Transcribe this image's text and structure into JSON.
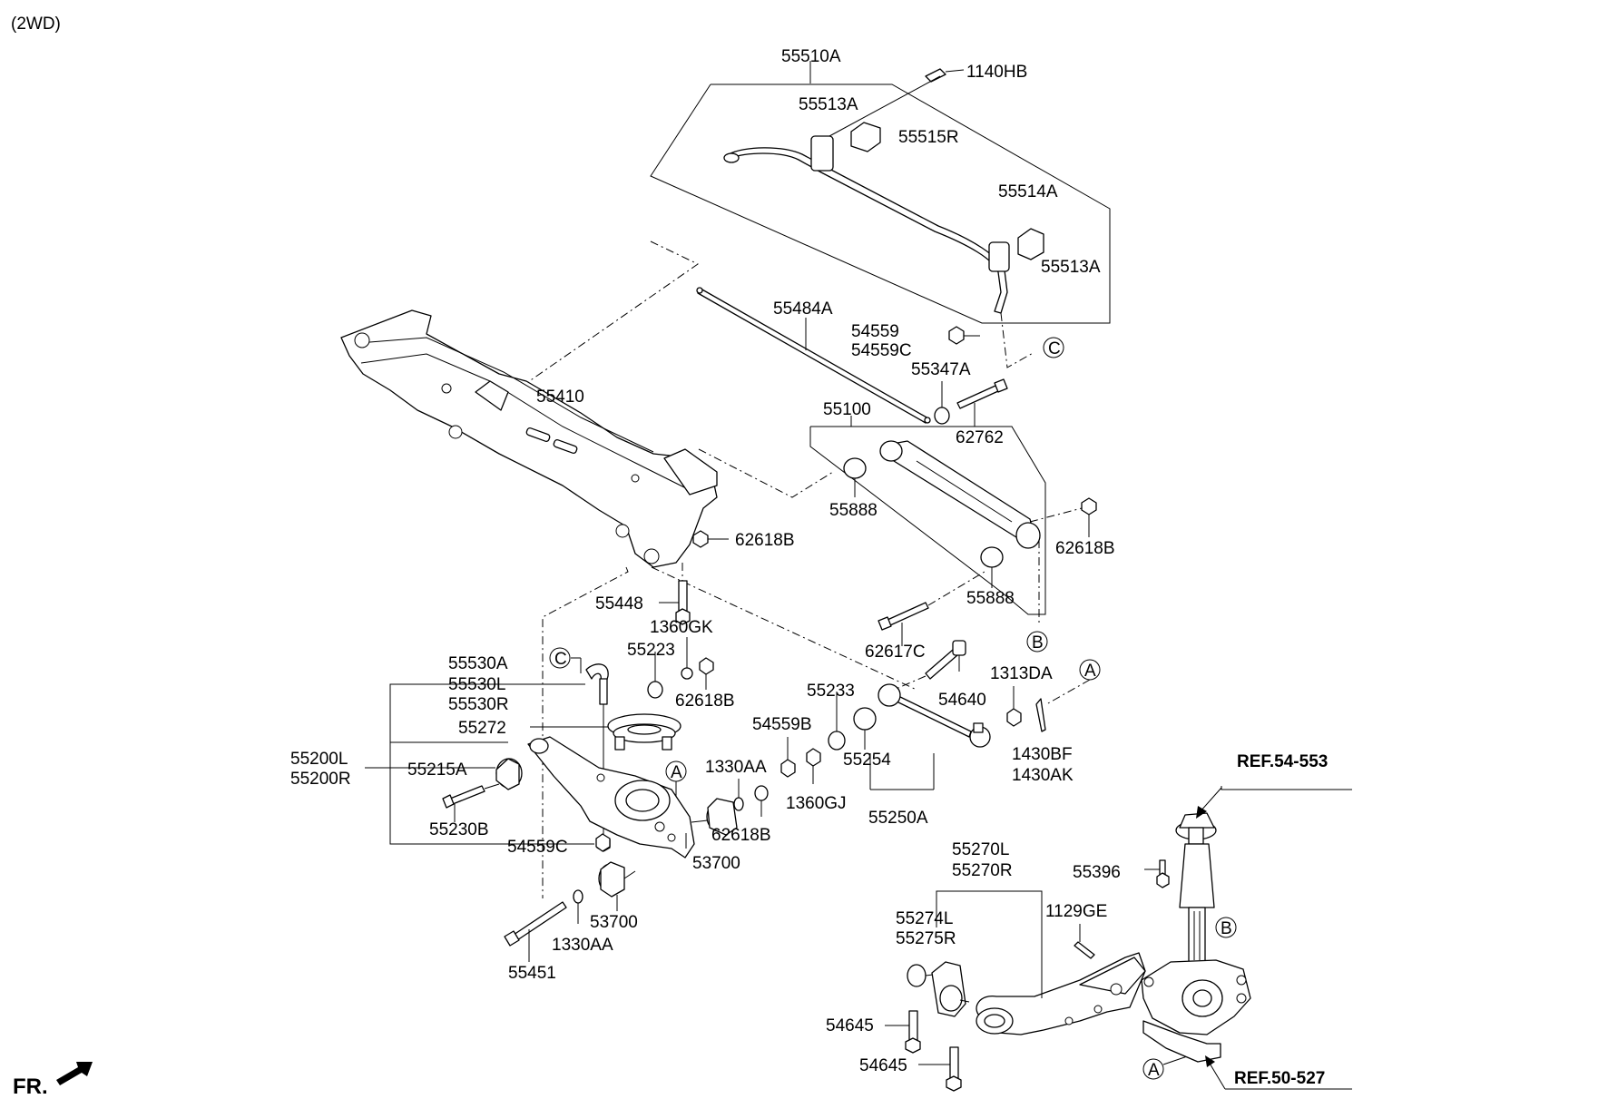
{
  "header": {
    "variant": "(2WD)"
  },
  "footer": {
    "direction": "FR."
  },
  "refs": {
    "ref1": "REF.54-553",
    "ref2": "REF.50-527"
  },
  "markers": {
    "A": "A",
    "B": "B",
    "C": "C"
  },
  "labels": {
    "p55510A": "55510A",
    "p1140HB": "1140HB",
    "p55513A_1": "55513A",
    "p55515R": "55515R",
    "p55514A": "55514A",
    "p55513A_2": "55513A",
    "p55484A": "55484A",
    "p54559": "54559",
    "p54559C": "54559C",
    "p55347A": "55347A",
    "p62762": "62762",
    "p55410": "55410",
    "p55100": "55100",
    "p55888_1": "55888",
    "p62618B_1": "62618B",
    "p62618B_2": "62618B",
    "p55888_2": "55888",
    "p55448": "55448",
    "p62617C": "62617C",
    "p1360GK": "1360GK",
    "p55223": "55223",
    "p55530A": "55530A",
    "p55530L": "55530L",
    "p55530R": "55530R",
    "p62618B_3": "62618B",
    "p55233": "55233",
    "p54640": "54640",
    "p1313DA": "1313DA",
    "p55272": "55272",
    "p54559B": "54559B",
    "p55254": "55254",
    "p1430BF": "1430BF",
    "p1430AK": "1430AK",
    "p55200L": "55200L",
    "p55200R": "55200R",
    "p55215A": "55215A",
    "p1330AA_1": "1330AA",
    "p1360GJ": "1360GJ",
    "p55230B": "55230B",
    "p62618B_4": "62618B",
    "p55250A": "55250A",
    "p54559C_2": "54559C",
    "p53700_1": "53700",
    "p55270L": "55270L",
    "p55270R": "55270R",
    "p55396": "55396",
    "p53700_2": "53700",
    "p1330AA_2": "1330AA",
    "p1129GE": "1129GE",
    "p55274L": "55274L",
    "p55275R": "55275R",
    "p55451": "55451",
    "p54645_1": "54645",
    "p54645_2": "54645"
  }
}
